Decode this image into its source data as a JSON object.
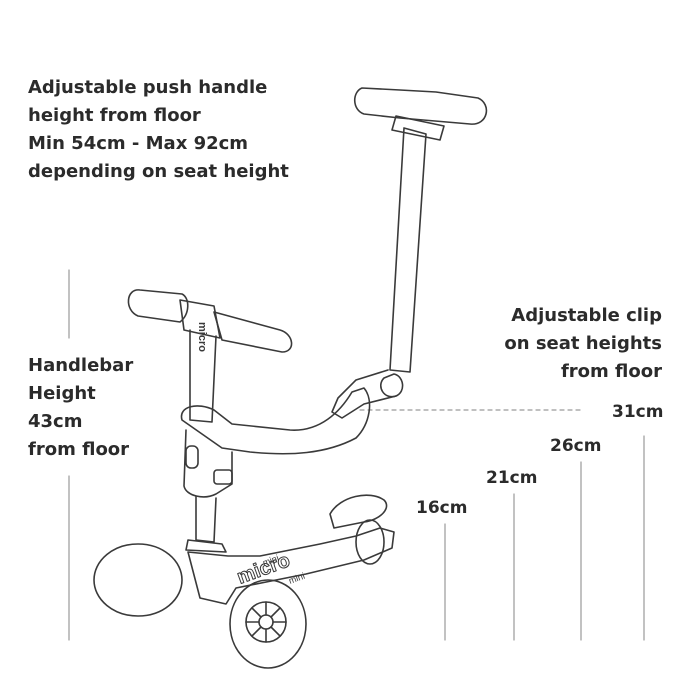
{
  "annotations": {
    "push_handle": [
      "Adjustable push handle",
      "height  from floor",
      "Min 54cm - Max 92cm",
      "depending on seat height"
    ],
    "handlebar": [
      "Handlebar",
      "Height",
      "43cm",
      "from floor"
    ],
    "clip": [
      "Adjustable clip",
      "on seat heights",
      "from floor"
    ],
    "seat_heights": [
      "16cm",
      "21cm",
      "26cm",
      "31cm"
    ]
  },
  "deck_branding": {
    "brand": "micro",
    "model": "mini"
  },
  "colors": {
    "stroke": "#3a3a3a",
    "text": "#2b2b2b",
    "guide": "#9a9a9a"
  }
}
